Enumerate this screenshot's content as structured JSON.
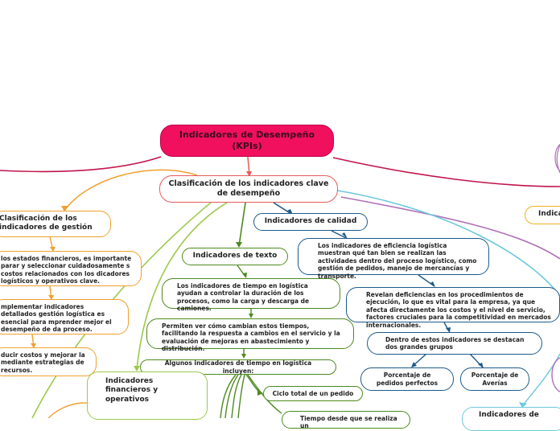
{
  "root": "Indicadores de Desempeño (KPIs)",
  "main": "Clasificación de los indicadores clave de desempeño",
  "left_branch": {
    "title": "Clasificación de los indicadores de gestión",
    "items": [
      "los estados financieros, es importante parar y seleccionar cuidadosamente s costos relacionados con los dicadores logísticos y operativos clave.",
      "mplementar indicadores detallados gestión logística es esencial para mprender mejor el desempeño de da proceso.",
      "ducir costos y mejorar la mediante estrategias de recursos."
    ]
  },
  "text_branch": {
    "title": "Indicadores de texto",
    "items": [
      "Los indicadores de tiempo en logística ayudan a controlar la duración de los procesos, como la carga y descarga de camiones.",
      "Permiten ver cómo cambian estos tiempos, facilitando la respuesta a cambios en el servicio y la evaluación de mejoras en abastecimiento y distribución.",
      "Algunos indicadores de tiempo en logística incluyen:"
    ],
    "sub_items": [
      "Ciclo total de un pedido",
      "Tiempo desde que se realiza un"
    ]
  },
  "quality_branch": {
    "title": "Indicadores de calidad",
    "items": [
      "Los indicadores de eficiencia logística muestran qué tan bien se realizan las actividades dentro del proceso logístico, como gestión de pedidos, manejo de mercancías y transporte.",
      "Revelan deficiencias en los procedimientos de ejecución, lo que es vital para la empresa, ya que afecta directamente los costos y el nivel de servicio, factores cruciales para la competitividad en mercados internacionales.",
      "Dentro de estos indicadores se destacan dos grandes grupos"
    ],
    "groups": [
      "Porcentaje de pedidos perfectos",
      "Porcentaje de Averías"
    ]
  },
  "financial_branch": {
    "title": "Indicadores financieros y operativos"
  },
  "right_partial": "Indica",
  "bottom_right_partial": "Indicadores de",
  "colors": {
    "root": "#f0105e",
    "main_border": "#e55b5b",
    "orange": "#f0a030",
    "green": "#4d8a1e",
    "blue": "#1e5a8a",
    "light_green": "#9cc94a",
    "cyan": "#6cc8dc",
    "purple": "#b070b8",
    "crimson": "#c0144a"
  }
}
